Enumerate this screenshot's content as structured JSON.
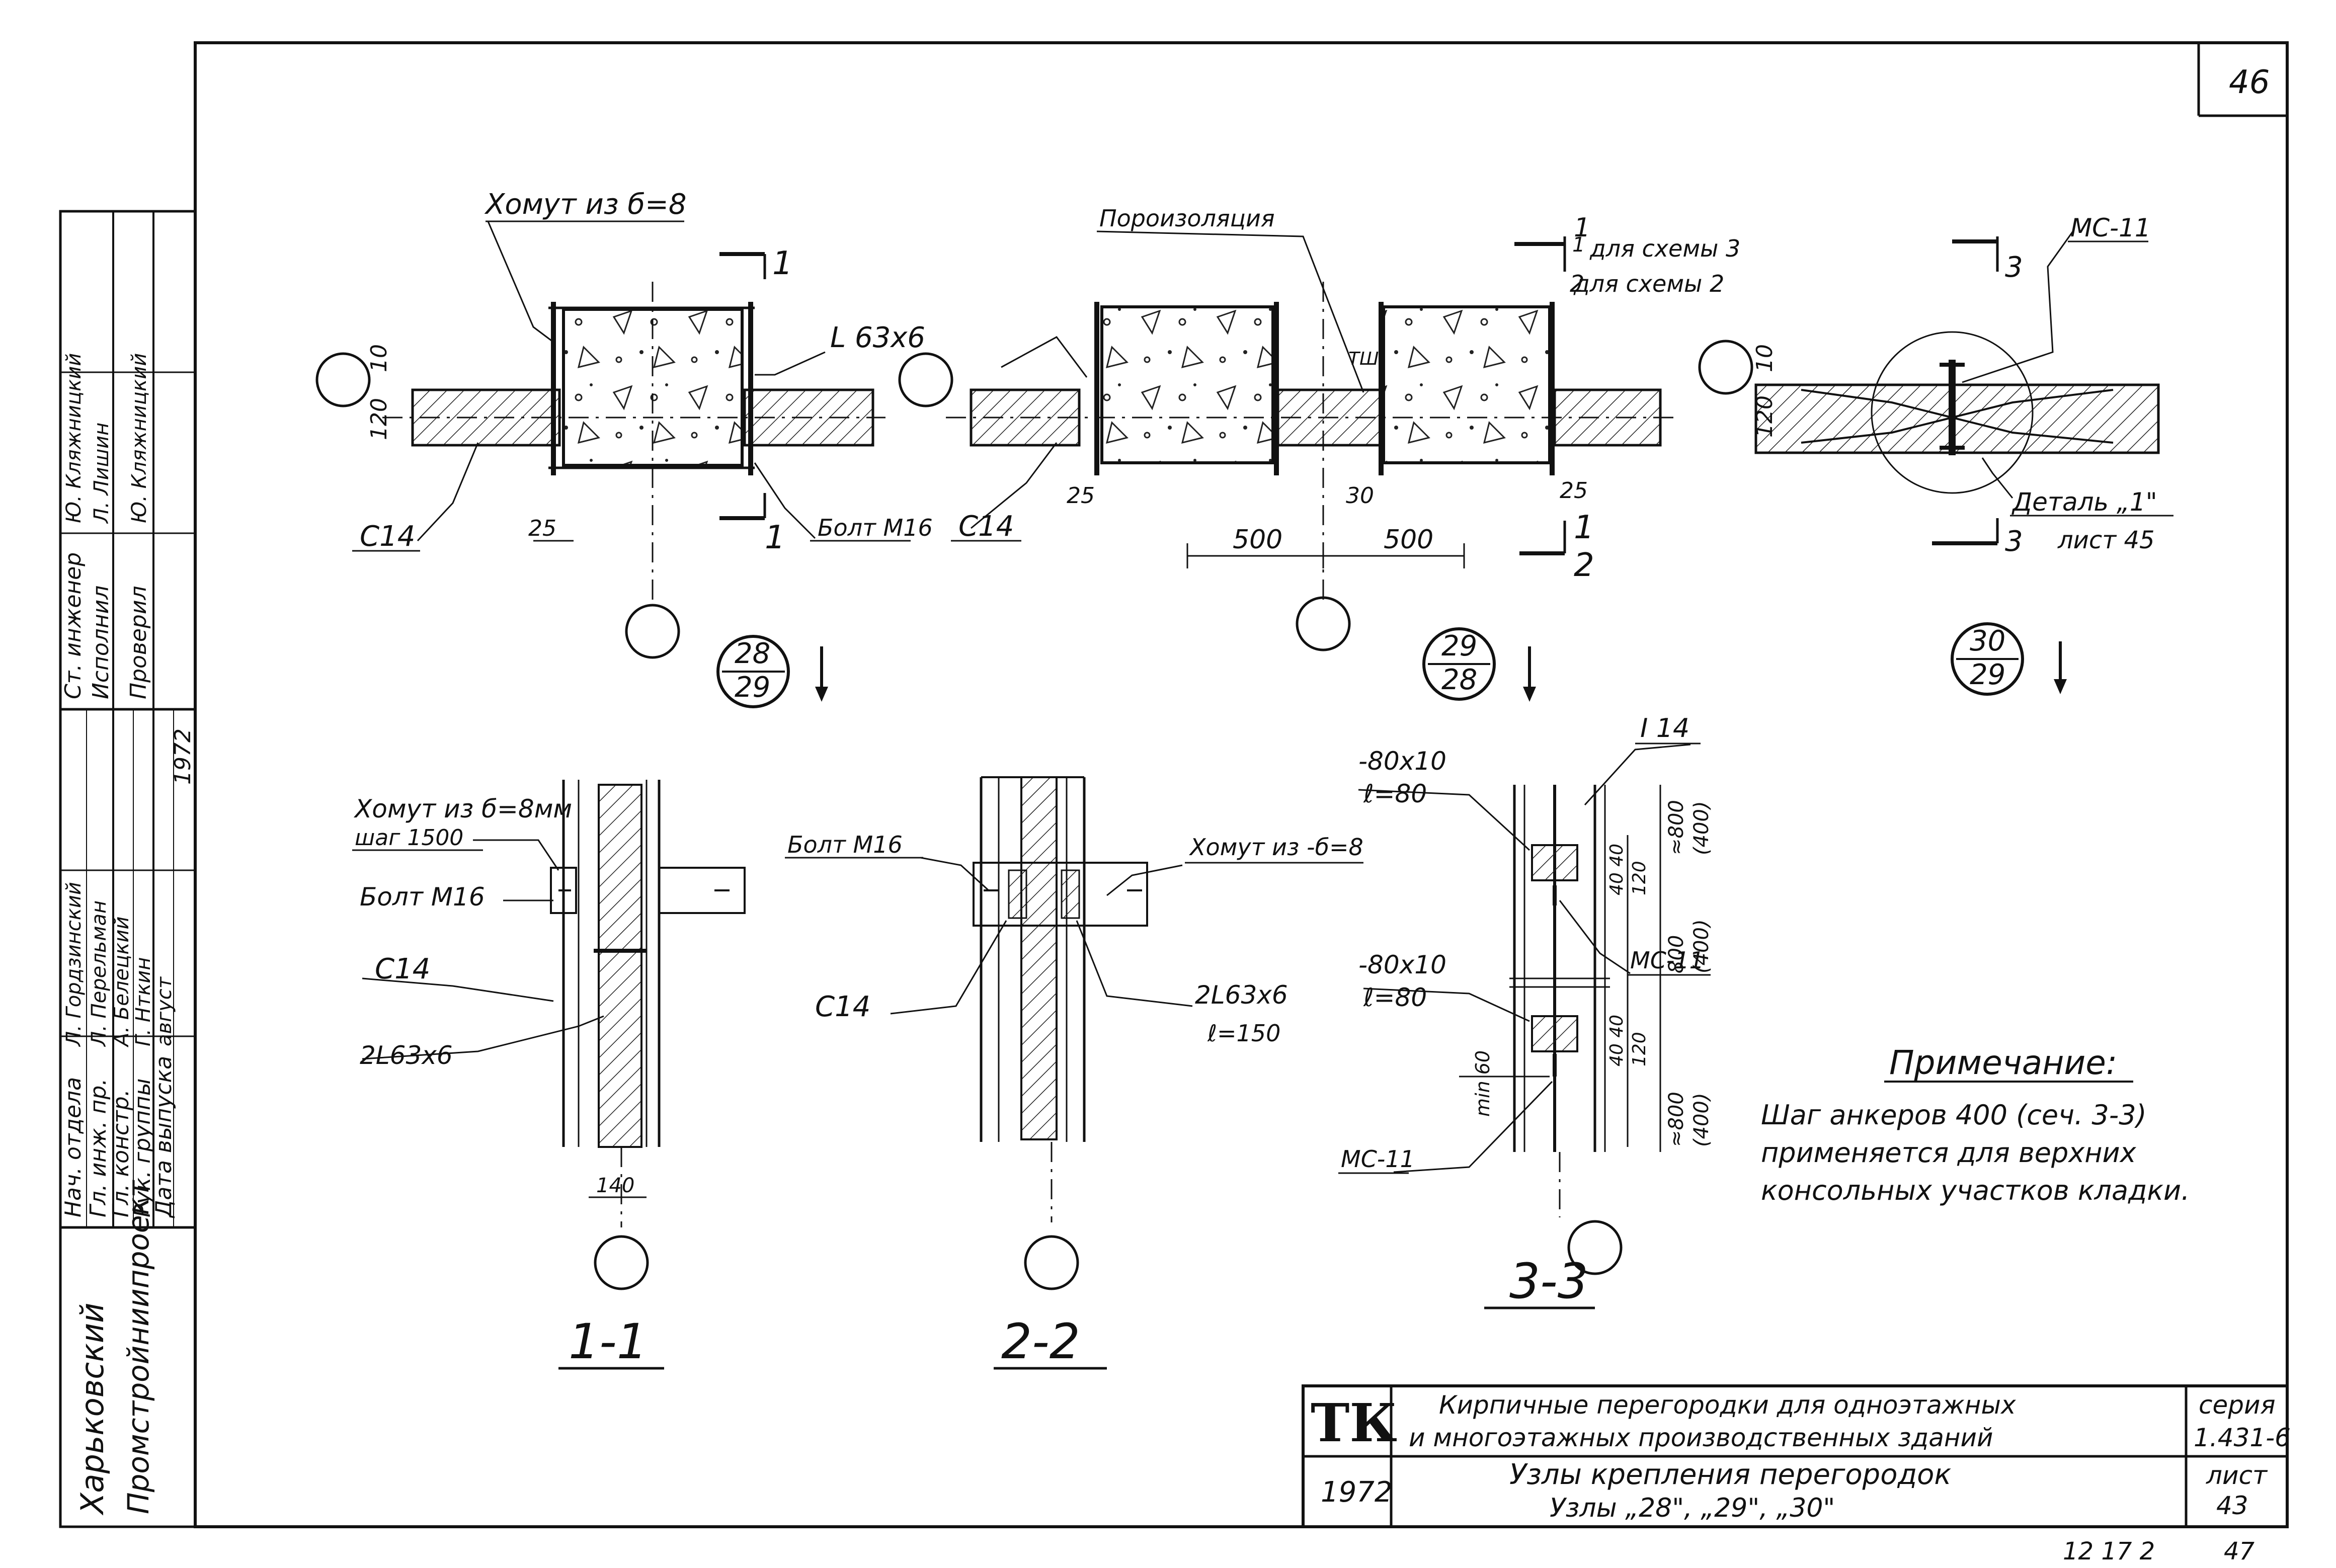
{
  "sheet": {
    "page_no": "46",
    "bottom_code": "12 17 2",
    "bottom_page": "47"
  },
  "stamp_side": {
    "org_line1": "Харьковский",
    "org_line2": "Промстройниипроект",
    "roles": [
      "Нач. отдела",
      "Гл. инж. пр.",
      "Гл. констр.",
      "Рук. группы",
      "Дата выпуска"
    ],
    "names": [
      "Л. Гордзинский",
      "Л. Перельман",
      "А. Белецкий",
      "Г. Нткин",
      "август"
    ],
    "roles2": [
      "Ст. инженер",
      "Исполнил",
      "Проверил"
    ],
    "names2": [
      "Ю. Кляжницкий",
      "Л. Лишин",
      "Ю. Кляжницкий"
    ],
    "year": "1972"
  },
  "title_block": {
    "logo": "ТК",
    "title_line1": "Кирпичные перегородки для одноэтажных",
    "title_line2": "и многоэтажных производственных зданий",
    "series_label": "серия",
    "series_value": "1.431-6",
    "year": "1972",
    "subtitle_line1": "Узлы крепления перегородок",
    "subtitle_line2": "Узлы „28\", „29\", „30\"",
    "sheet_label": "лист",
    "sheet_value": "43"
  },
  "node28": {
    "label_collar": "Хомут из б=8",
    "label_angle": "L 63x6",
    "label_bolt": "Болт М16",
    "label_channel": "С14",
    "dim_120": "120",
    "dim_10": "10",
    "dim_25": "25",
    "section_mark": "1",
    "badge_top": "28",
    "badge_bottom": "29"
  },
  "node29": {
    "label_porous": "Пороизоляция",
    "label_schema1": "для схемы 3",
    "label_schema2": "для схемы 2",
    "label_channel": "С14",
    "label_tsh": "ТШ",
    "dim_25a": "25",
    "dim_30": "30",
    "dim_25b": "25",
    "dim_500a": "500",
    "dim_500b": "500",
    "mark1": "1",
    "mark2": "2",
    "badge_top": "29",
    "badge_bottom": "28"
  },
  "node30": {
    "label_mc": "МС-11",
    "label_detail": "Деталь „1\"",
    "label_sheet": "лист 45",
    "dim_120": "120",
    "dim_10": "10",
    "mark3": "3",
    "badge_top": "30",
    "badge_bottom": "29"
  },
  "section11": {
    "label_collar": "Хомут из б=8мм",
    "label_step": "шаг 1500",
    "label_bolt": "Болт М16",
    "label_channel": "С14",
    "label_angles": "2L63x6",
    "dim_140": "140",
    "title": "1-1"
  },
  "section22": {
    "label_bolt": "Болт М16",
    "label_collar": "Хомут из -б=8",
    "label_channel": "С14",
    "label_angles": "2L63x6",
    "label_l": "ℓ=150",
    "title": "2-2"
  },
  "section33": {
    "label_beam": "I 14",
    "label_plate1a": "-80x10",
    "label_plate1b": "ℓ=80",
    "label_plate2a": "-80x10",
    "label_plate2b": "ℓ=80",
    "label_mc1": "МС-11",
    "label_mc2": "МС-11",
    "label_min": "min 60",
    "dim_4040a": "40 40",
    "dim_120a": "120",
    "dim_4040b": "40 40",
    "dim_120b": "120",
    "dim_800a": "≈800",
    "dim_400a": "(400)",
    "dim_800b": "800",
    "dim_400b": "(400)",
    "dim_800c": "≈800",
    "dim_400c": "(400)",
    "title": "3-3"
  },
  "note": {
    "heading": "Примечание:",
    "line1": "Шаг анкеров 400 (сеч. 3-3)",
    "line2": "применяется для верхних",
    "line3": "консольных участков кладки."
  }
}
